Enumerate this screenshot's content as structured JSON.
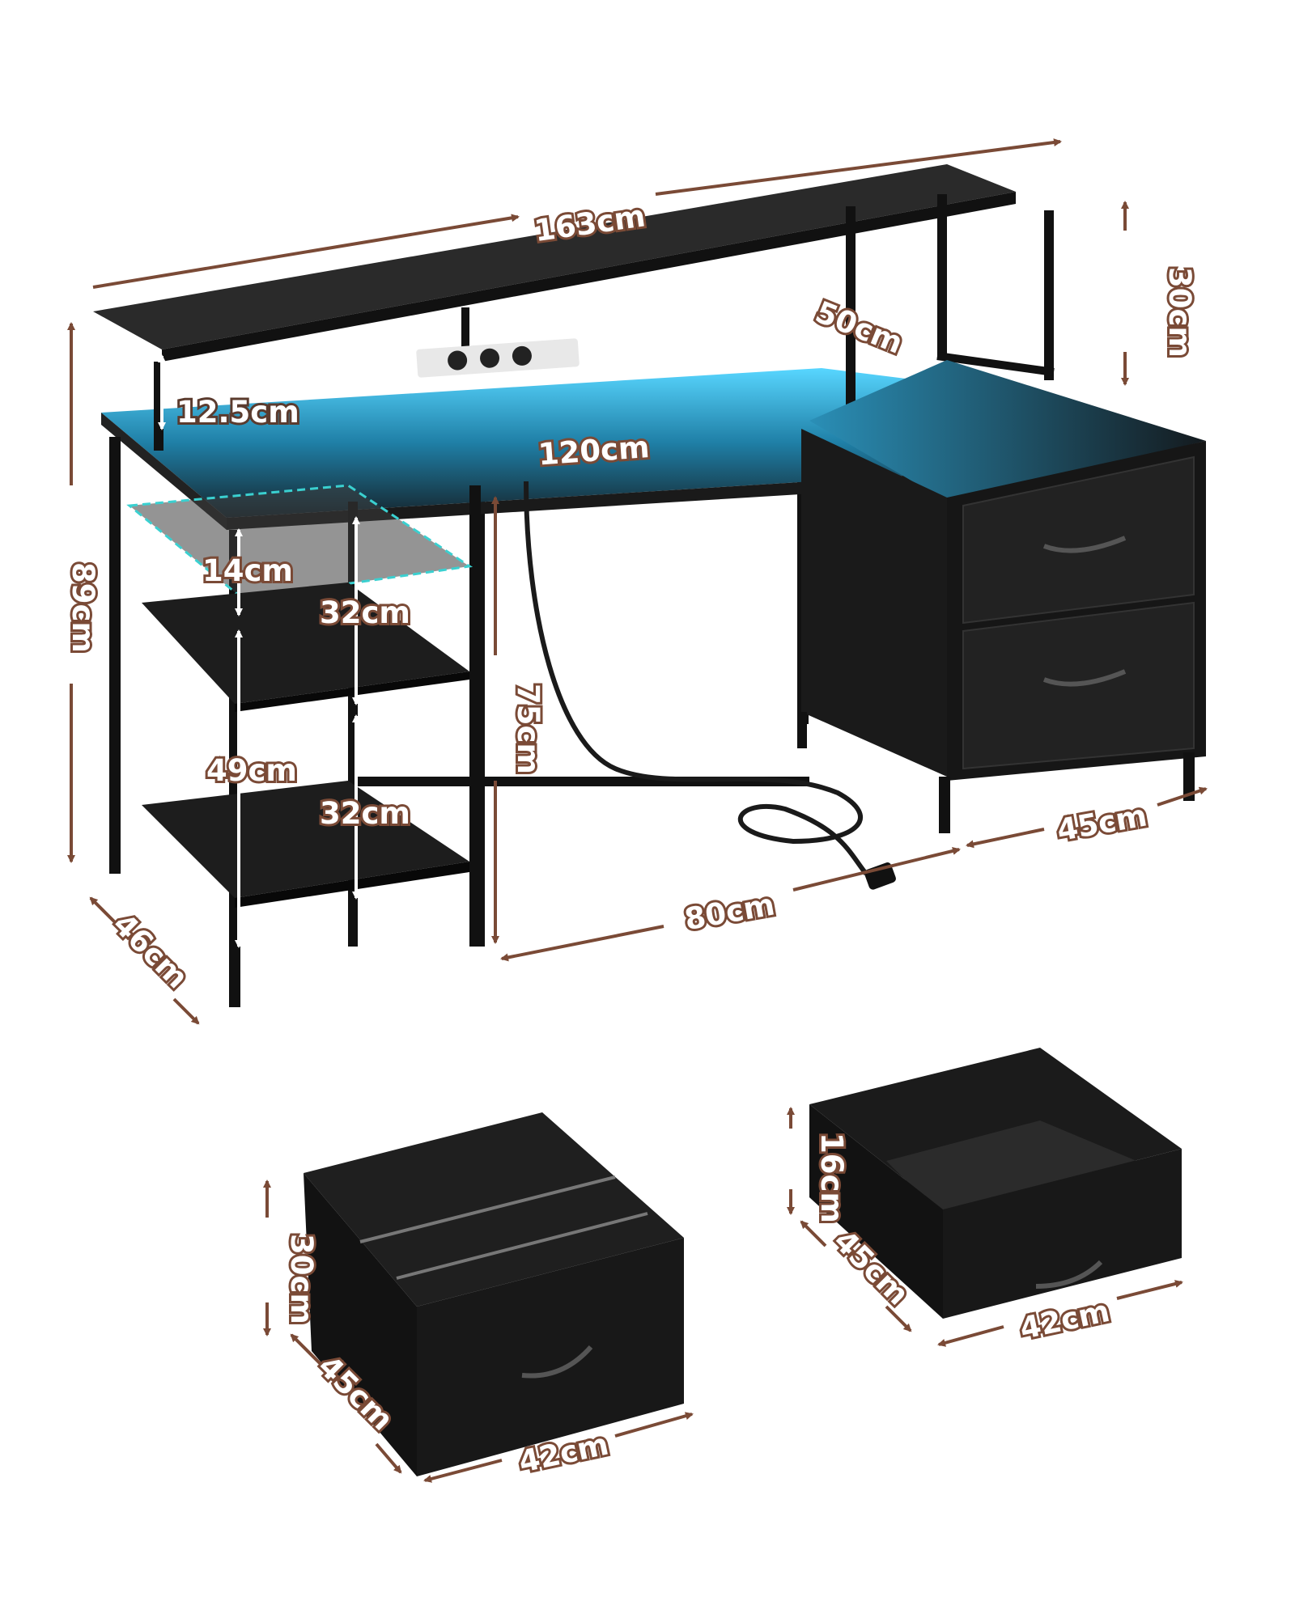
{
  "colors": {
    "dimension_line": "#7a4a36",
    "desk_black": "#1c1c1e",
    "led_blue": "#35c6ff",
    "background": "#ffffff"
  },
  "dimensions": {
    "overall_width": "163cm",
    "hutch_height": "30cm",
    "hutch_depth": "50cm",
    "monitor_clearance": "12.5cm",
    "desktop_width": "120cm",
    "total_height": "89cm",
    "shelf_gap_top": "14cm",
    "shelf_gap_mid": "32cm",
    "shelf_span": "49cm",
    "shelf_gap_low": "32cm",
    "desk_height": "75cm",
    "desk_depth": "46cm",
    "cabinet_depth": "45cm",
    "legroom_width": "80cm",
    "large_drawer_height": "30cm",
    "large_drawer_depth": "45cm",
    "large_drawer_width": "42cm",
    "small_drawer_height": "16cm",
    "small_drawer_depth": "45cm",
    "small_drawer_width": "42cm"
  }
}
